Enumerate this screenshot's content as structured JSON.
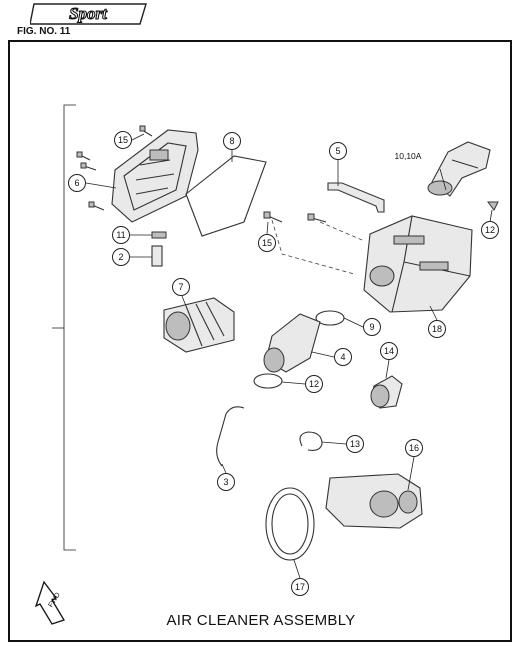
{
  "brand_logo": "Sport",
  "figure_label": "FIG. NO. 11",
  "title": "AIR CLEANER ASSEMBLY",
  "fwd_label": "FWD",
  "callouts": {
    "p15a": "15",
    "p6": "6",
    "p8": "8",
    "p5": "5",
    "p10": "10,10A",
    "p11": "11",
    "p2": "2",
    "p15b": "15",
    "p12a": "12",
    "p7": "7",
    "p9": "9",
    "p18": "18",
    "p4": "4",
    "p14": "14",
    "p12b": "12",
    "p13": "13",
    "p3": "3",
    "p16": "16",
    "p17": "17"
  }
}
